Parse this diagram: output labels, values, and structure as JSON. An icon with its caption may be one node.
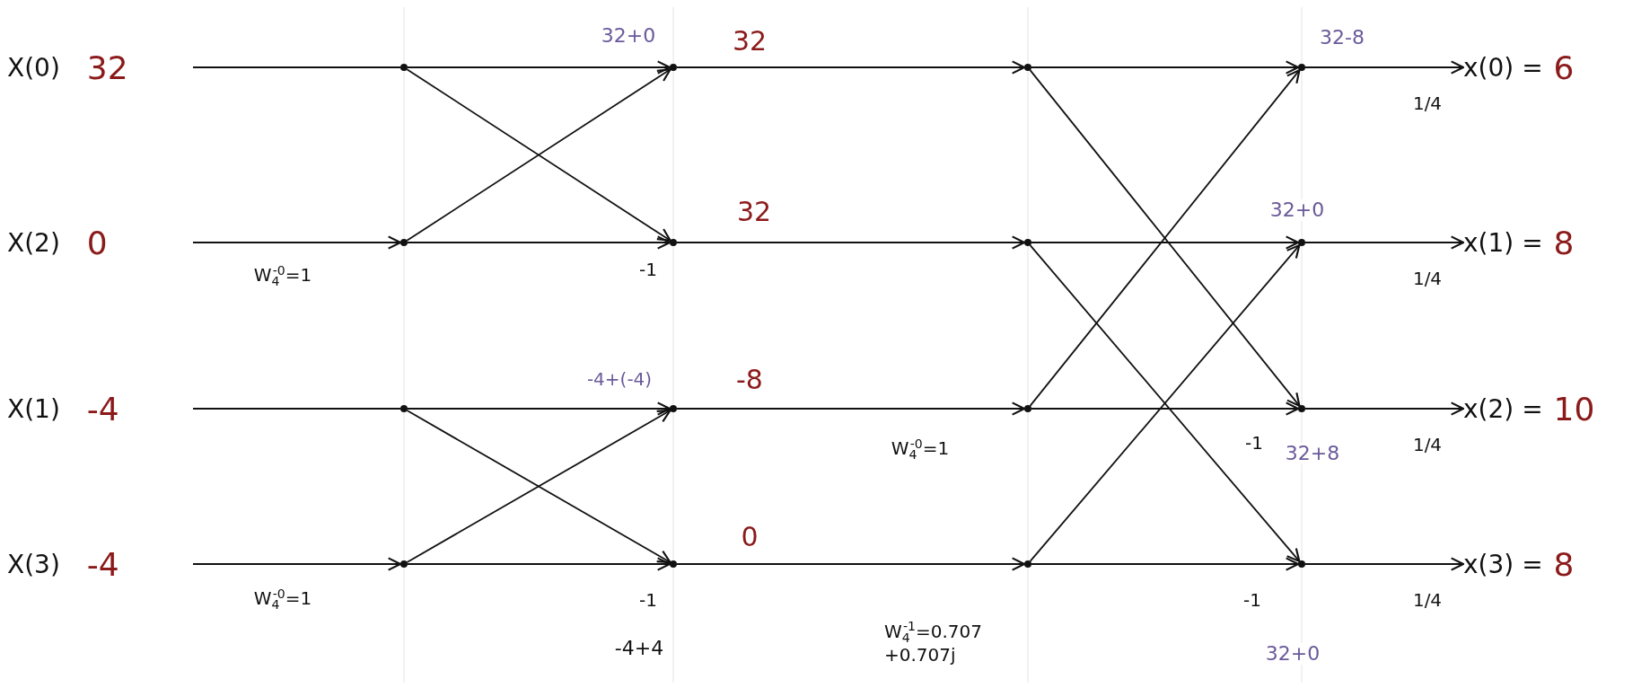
{
  "diagram": {
    "nodes": [
      {
        "text": [
          "X(0)",
          "32"
        ]
      },
      {
        "text": [
          "X(2)",
          "0"
        ]
      },
      {
        "text": [
          "X(1)",
          "-4"
        ]
      },
      {
        "text": [
          "X(3)",
          "-4"
        ]
      },
      {
        "text": [],
        "shape": "circle"
      },
      {
        "text": [],
        "shape": "circle"
      },
      {
        "text": [],
        "shape": "circle"
      },
      {
        "text": [],
        "shape": "circle"
      },
      {
        "text": [],
        "shape": "circle",
        "beside": [
          "32+0",
          "32"
        ]
      },
      {
        "text": [],
        "shape": "circle",
        "beside": [
          "32"
        ]
      },
      {
        "text": [],
        "shape": "circle",
        "beside": [
          "-4+(-4)",
          "-8"
        ]
      },
      {
        "text": [],
        "shape": "circle",
        "beside": [
          "0",
          "-4+4"
        ]
      },
      {
        "text": [],
        "shape": "circle"
      },
      {
        "text": [],
        "shape": "circle"
      },
      {
        "text": [],
        "shape": "circle"
      },
      {
        "text": [],
        "shape": "circle"
      },
      {
        "text": [],
        "shape": "circle",
        "beside": [
          "32-8"
        ]
      },
      {
        "text": [],
        "shape": "circle",
        "beside": [
          "32+0"
        ]
      },
      {
        "text": [],
        "shape": "circle",
        "beside": [
          "32+8"
        ]
      },
      {
        "text": [],
        "shape": "circle",
        "beside": [
          "32+0"
        ]
      },
      {
        "text": [
          "x(0) =",
          "6"
        ]
      },
      {
        "text": [
          "x(1) =",
          "8"
        ]
      },
      {
        "text": [
          "x(2) =",
          "10"
        ]
      },
      {
        "text": [
          "x(3) =",
          "8"
        ]
      }
    ],
    "edges": [
      {
        "from": 0,
        "to": 4,
        "arrow": "none"
      },
      {
        "from": 1,
        "to": 5,
        "arrow": "to",
        "label": "W$_{4}$$^{-0}$=1"
      },
      {
        "from": 2,
        "to": 6,
        "arrow": "none"
      },
      {
        "from": 3,
        "to": 7,
        "arrow": "to",
        "label": "W$_{4}$$^{-0}$=1"
      },
      {
        "from": 4,
        "to": 8,
        "arrow": "to"
      },
      {
        "from": 4,
        "to": 9,
        "arrow": "to"
      },
      {
        "from": 5,
        "to": 8,
        "arrow": "to"
      },
      {
        "from": 5,
        "to": 9,
        "arrow": "to",
        "label": "-1"
      },
      {
        "from": 6,
        "to": 10,
        "arrow": "to"
      },
      {
        "from": 6,
        "to": 11,
        "arrow": "to"
      },
      {
        "from": 7,
        "to": 10,
        "arrow": "to"
      },
      {
        "from": 7,
        "to": 11,
        "arrow": "to",
        "label": "-1"
      },
      {
        "from": 8,
        "to": 12,
        "arrow": "to"
      },
      {
        "from": 9,
        "to": 13,
        "arrow": "to"
      },
      {
        "from": 10,
        "to": 14,
        "arrow": "to",
        "label": "W$_{4}$$^{-0}$=1"
      },
      {
        "from": 11,
        "to": 15,
        "arrow": "to",
        "label": "W$_{4}$$^{-1}$=0.707 +0.707j"
      },
      {
        "from": 12,
        "to": 16,
        "arrow": "to"
      },
      {
        "from": 12,
        "to": 18,
        "arrow": "to"
      },
      {
        "from": 14,
        "to": 16,
        "arrow": "to"
      },
      {
        "from": 14,
        "to": 18,
        "arrow": "to",
        "label": "-1"
      },
      {
        "from": 13,
        "to": 17,
        "arrow": "to"
      },
      {
        "from": 13,
        "to": 19,
        "arrow": "to"
      },
      {
        "from": 15,
        "to": 17,
        "arrow": "to"
      },
      {
        "from": 15,
        "to": 19,
        "arrow": "to",
        "label": "-1"
      },
      {
        "from": 16,
        "to": 20,
        "arrow": "to",
        "label": "1/4"
      },
      {
        "from": 17,
        "to": 21,
        "arrow": "to",
        "label": "1/4"
      },
      {
        "from": 18,
        "to": 22,
        "arrow": "to",
        "label": "1/4"
      },
      {
        "from": 19,
        "to": 23,
        "arrow": "to",
        "label": "1/4"
      }
    ]
  }
}
